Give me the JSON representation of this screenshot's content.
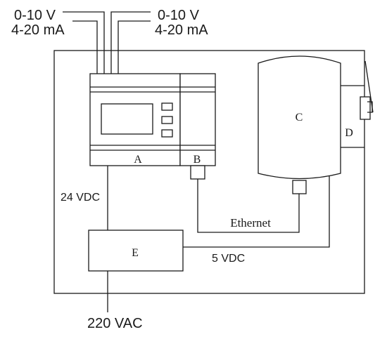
{
  "signals": {
    "left_line1": "0-10 V",
    "left_line2": "4-20 mA",
    "right_line1": "0-10 V",
    "right_line2": "4-20 mA"
  },
  "blocks": {
    "a": "A",
    "b": "B",
    "c": "C",
    "d": "D",
    "e": "E"
  },
  "connections": {
    "vdc24": "24 VDC",
    "ethernet": "Ethernet",
    "vdc5": "5 VDC",
    "vac220": "220 VAC"
  },
  "colors": {
    "stroke": "#1a1a1a",
    "background": "#ffffff"
  }
}
